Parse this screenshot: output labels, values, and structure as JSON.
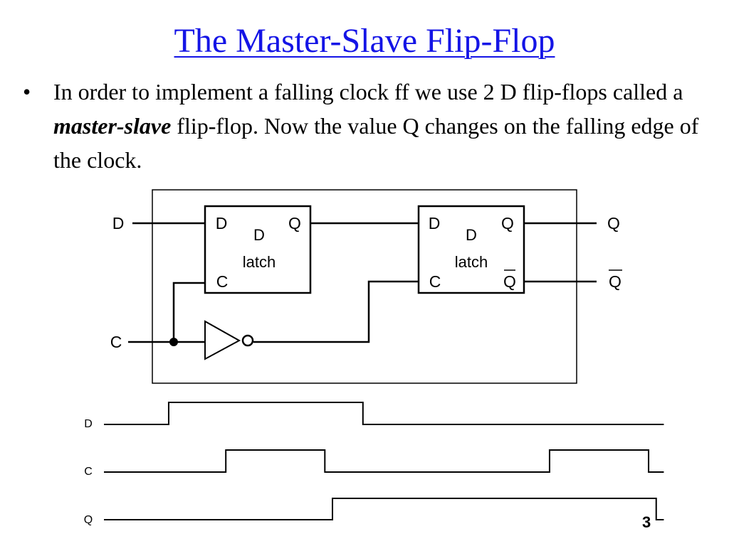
{
  "slide": {
    "title": "The Master-Slave Flip-Flop",
    "bullet": {
      "symbol": "•",
      "text_before": "In order to implement a falling clock ff we use 2 D flip-flops called a ",
      "emphasis": "master-slave",
      "text_after": " flip-flop. Now the value Q changes on the falling edge of the clock."
    },
    "slide_number": "3",
    "colors": {
      "title": "#1414e6",
      "text": "#000000"
    }
  },
  "circuit": {
    "input_d": "D",
    "input_c": "C",
    "output_q": "Q",
    "output_qbar": "Q",
    "master_latch": {
      "pin_d": "D",
      "pin_q": "Q",
      "pin_c": "C",
      "name_line1": "D",
      "name_line2": "latch"
    },
    "slave_latch": {
      "pin_d": "D",
      "pin_q": "Q",
      "pin_qbar": "Q",
      "pin_c": "C",
      "name_line1": "D",
      "name_line2": "latch"
    },
    "inverter": "not-gate"
  },
  "timing": {
    "labels": {
      "d": "D",
      "c": "C",
      "q": "Q"
    },
    "signals": {
      "D": [
        [
          0,
          0
        ],
        [
          1.7,
          1
        ],
        [
          6.8,
          0
        ],
        [
          14.7,
          0
        ]
      ],
      "C": [
        [
          0,
          0
        ],
        [
          3.2,
          1
        ],
        [
          5.8,
          0
        ],
        [
          11.7,
          1
        ],
        [
          14.3,
          0
        ],
        [
          14.7,
          0
        ]
      ],
      "Q": [
        [
          0,
          0
        ],
        [
          6,
          1
        ],
        [
          14.5,
          0
        ],
        [
          14.7,
          0
        ]
      ]
    }
  }
}
